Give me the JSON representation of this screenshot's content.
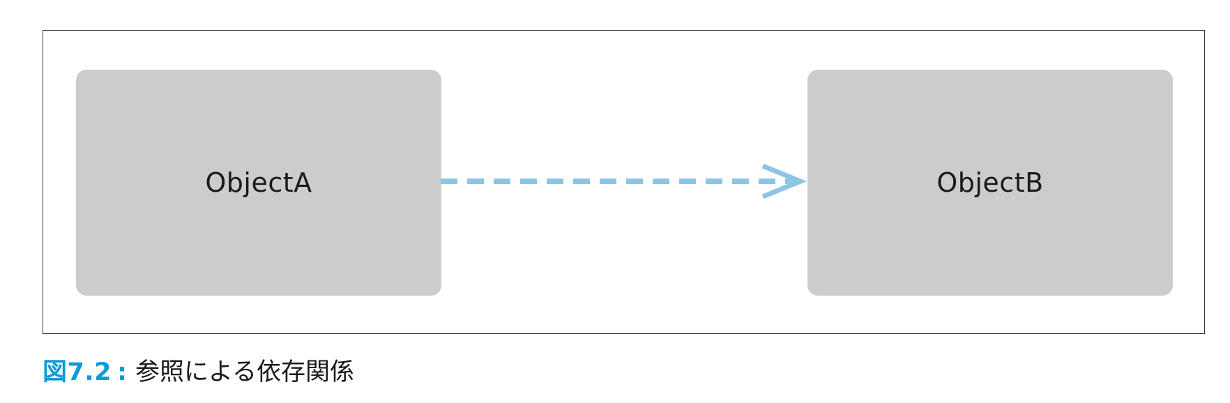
{
  "diagram": {
    "nodes": [
      {
        "id": "object-a",
        "label": "ObjectA"
      },
      {
        "id": "object-b",
        "label": "ObjectB"
      }
    ],
    "edges": [
      {
        "from": "object-a",
        "to": "object-b",
        "style": "dashed",
        "head": "open-arrow"
      }
    ]
  },
  "caption": {
    "number": "図7.2",
    "separator": ":",
    "text": "参照による依存関係"
  },
  "colors": {
    "node_fill": "#cccccc",
    "arrow": "#8cc6e3",
    "caption_accent": "#0e9ad6",
    "frame_border": "#333333"
  }
}
